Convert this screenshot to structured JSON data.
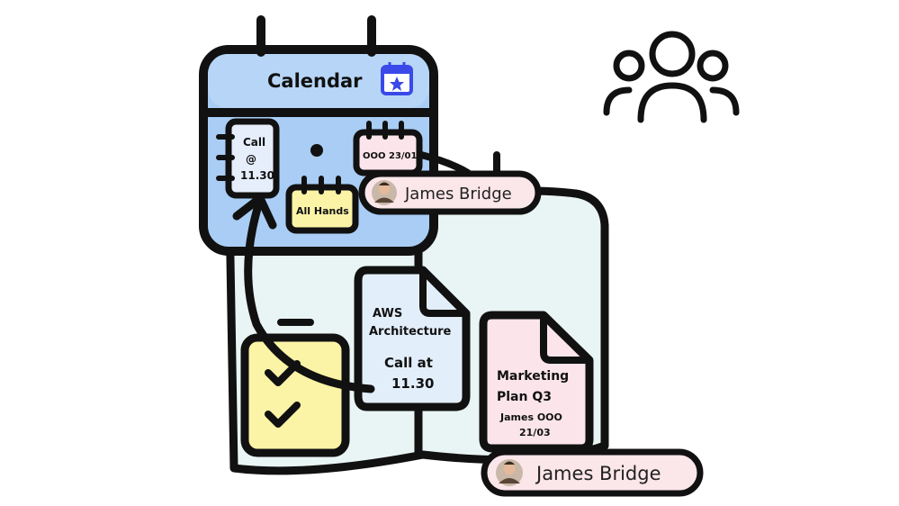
{
  "calendar": {
    "title": "Calendar",
    "notes": {
      "call_line1": "Call",
      "call_line2": "@",
      "call_line3": "11.30",
      "ooo": "OOO 23/01",
      "all_hands": "All Hands"
    }
  },
  "documents": {
    "aws": {
      "line1": "AWS",
      "line2": "Architecture",
      "line3": "Call at",
      "line4": "11.30"
    },
    "marketing": {
      "line1": "Marketing",
      "line2": "Plan Q3",
      "line3": "James OOO",
      "line4": "21/03"
    }
  },
  "user_tags": [
    {
      "name": "James Bridge"
    },
    {
      "name": "James Bridge"
    }
  ],
  "icons": {
    "team": "users-group-icon",
    "calendar": "calendar-star-icon",
    "tasks": "checklist-icon",
    "avatar": "avatar-icon"
  },
  "colors": {
    "outline": "#111111",
    "calendar_fill": "#a9cdf5",
    "calendar_header": "#b7d6f7",
    "sticky_yellow": "#fbf3a6",
    "doc_blue": "#e3eefb",
    "doc_pink": "#fbe4ea",
    "board_fill": "#e9f5f4",
    "pill_fill": "#fbe6ea",
    "accent_blue": "#3a49e8"
  }
}
